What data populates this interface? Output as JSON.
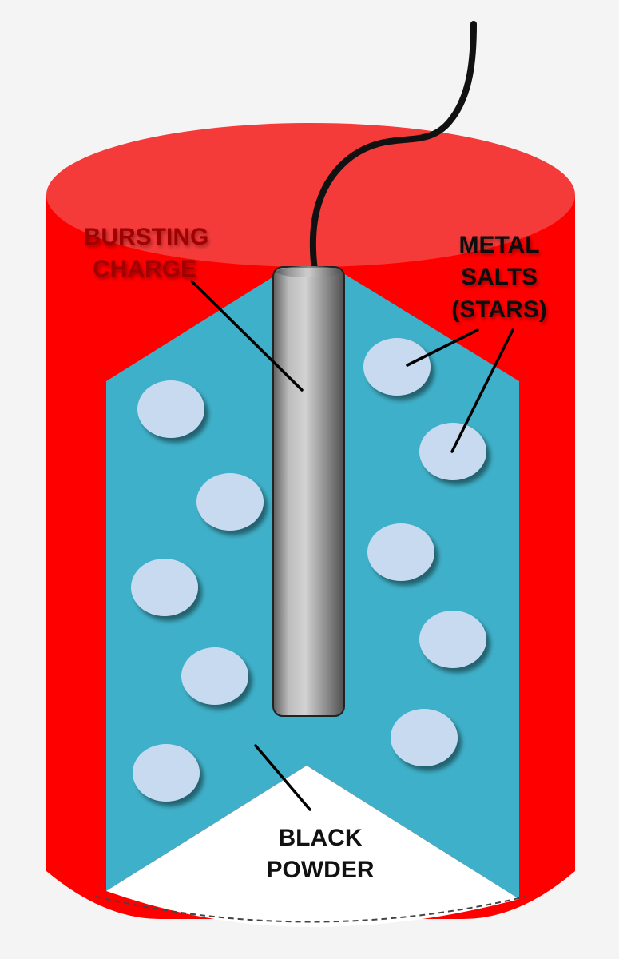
{
  "labels": {
    "bursting_charge": [
      "BURSTING",
      "CHARGE"
    ],
    "metal_salts": [
      "METAL",
      "SALTS",
      "(STARS)"
    ],
    "black_powder": [
      "BLACK",
      "POWDER"
    ]
  },
  "colors": {
    "background": "#f4f4f4",
    "shell_red": "#ff0000",
    "shell_top": "#f53a3a",
    "powder_blue": "#3fb0c9",
    "star_fill": "#c8daf0",
    "charge_gray": "#a8a8a8",
    "label_red": "#a00000",
    "label_black": "#111111",
    "fuse": "#111111"
  },
  "icons": {
    "fuse": "fuse-icon",
    "bursting_charge": "bursting-charge-tube",
    "star": "star-pellet"
  }
}
